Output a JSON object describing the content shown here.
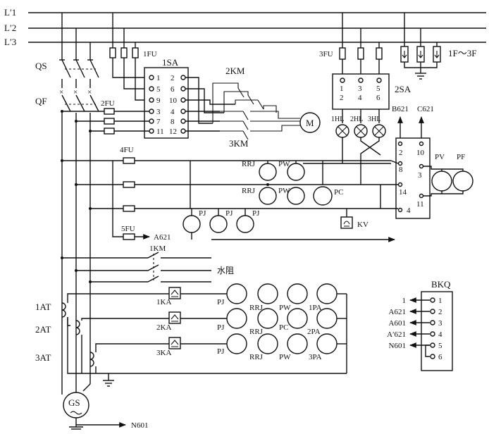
{
  "bus": {
    "l1": "L′1",
    "l2": "L′2",
    "l3": "L′3"
  },
  "labels": {
    "qs": "QS",
    "qf": "QF",
    "fu1": "1FU",
    "fu2": "2FU",
    "fu3": "3FU",
    "fu4": "4FU",
    "fu5": "5FU",
    "sa1": "1SA",
    "sa2": "2SA",
    "km1": "1KM",
    "km2": "2KM",
    "km3": "3KM",
    "motor": "M",
    "f_range": "1F～3F",
    "b621": "B621",
    "c621": "C621",
    "hl1": "1HL",
    "hl2": "2HL",
    "hl3": "3HL",
    "rrj1": "RRJ",
    "pw1": "PW",
    "rrj2": "RRJ",
    "pw2": "PW",
    "pc": "PC",
    "pj1": "PJ",
    "pj2": "PJ",
    "pj3": "PJ",
    "kv": "KV",
    "a621_mid": "A621",
    "water_res": "水阻",
    "at1": "1AT",
    "at2": "2AT",
    "at3": "3AT",
    "ka1": "1KA",
    "ka2": "2KA",
    "ka3": "3KA",
    "row1": [
      "PJ",
      "RRJ",
      "PW",
      "1PA"
    ],
    "row2": [
      "PJ",
      "RRJ",
      "PC",
      "2PA"
    ],
    "row3": [
      "PJ",
      "RRJ",
      "PW",
      "3PA"
    ],
    "pv": "PV",
    "pf": "PF",
    "gs": "GS",
    "n601_bottom": "N601"
  },
  "sa1_terminals": {
    "left": [
      "1",
      "5",
      "9",
      "3",
      "7",
      "11"
    ],
    "right": [
      "2",
      "6",
      "10",
      "4",
      "8",
      "12"
    ]
  },
  "sa2_terminals": [
    "1",
    "3",
    "5",
    "2",
    "4",
    "6"
  ],
  "jbox_terminals": [
    "2",
    "10",
    "8",
    "3",
    "14",
    "11",
    "4"
  ],
  "bkq": {
    "title": "BKQ",
    "rows": [
      {
        "signal": "1",
        "pin": "1"
      },
      {
        "signal": "A621",
        "pin": "2"
      },
      {
        "signal": "A601",
        "pin": "3"
      },
      {
        "signal": "A′621",
        "pin": "4"
      },
      {
        "signal": "N601",
        "pin": "5"
      },
      {
        "signal": "",
        "pin": "6"
      }
    ]
  }
}
